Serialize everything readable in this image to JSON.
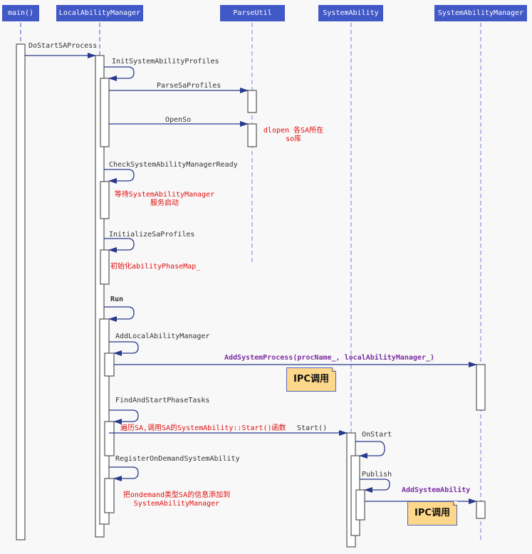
{
  "participants": [
    {
      "id": "main",
      "label": "main()"
    },
    {
      "id": "lam",
      "label": "LocalAbilityManager"
    },
    {
      "id": "pu",
      "label": "ParseUtil"
    },
    {
      "id": "sa",
      "label": "SystemAbility"
    },
    {
      "id": "sam",
      "label": "SystemAbilityManager"
    }
  ],
  "messages": {
    "do_start": "DoStartSAProcess",
    "init_profiles": "InitSystemAbilityProfiles",
    "parse_profiles": "ParseSaProfiles",
    "open_so": "OpenSo",
    "check_ready": "CheckSystemAbilityManagerReady",
    "initialize_profiles": "InitializeSaProfiles",
    "run": "Run",
    "add_lam": "AddLocalAbilityManager",
    "add_system_process": "AddSystemProcess(procName_, localAbilityManager_)",
    "find_start": "FindAndStartPhaseTasks",
    "start": "Start()",
    "register_ondemand": "RegisterOnDemandSystemAbility",
    "on_start": "OnStart",
    "publish": "Publish",
    "add_system_ability": "AddSystemAbility"
  },
  "annotations": {
    "dlopen_line1": "dlopen 各SA所在",
    "dlopen_line2": "so库",
    "wait_line1": "等待SystemAbilityManager",
    "wait_line2": "服务启动",
    "init_map": "初始化abilityPhaseMap_",
    "traverse": "遍历SA,调用SA的SystemAbility::Start()函数",
    "ondemand_line1": "把ondemand类型SA的信息添加到",
    "ondemand_line2": "SystemAbilityManager"
  },
  "notes": {
    "ipc_1": "IPC调用",
    "ipc_2": "IPC调用"
  },
  "colors": {
    "header_bg": "#4158c7",
    "arrow": "#283a8c",
    "annotation_red": "#e01010",
    "ipc_purple": "#7a2ea0",
    "note_bg": "#fed88a"
  }
}
